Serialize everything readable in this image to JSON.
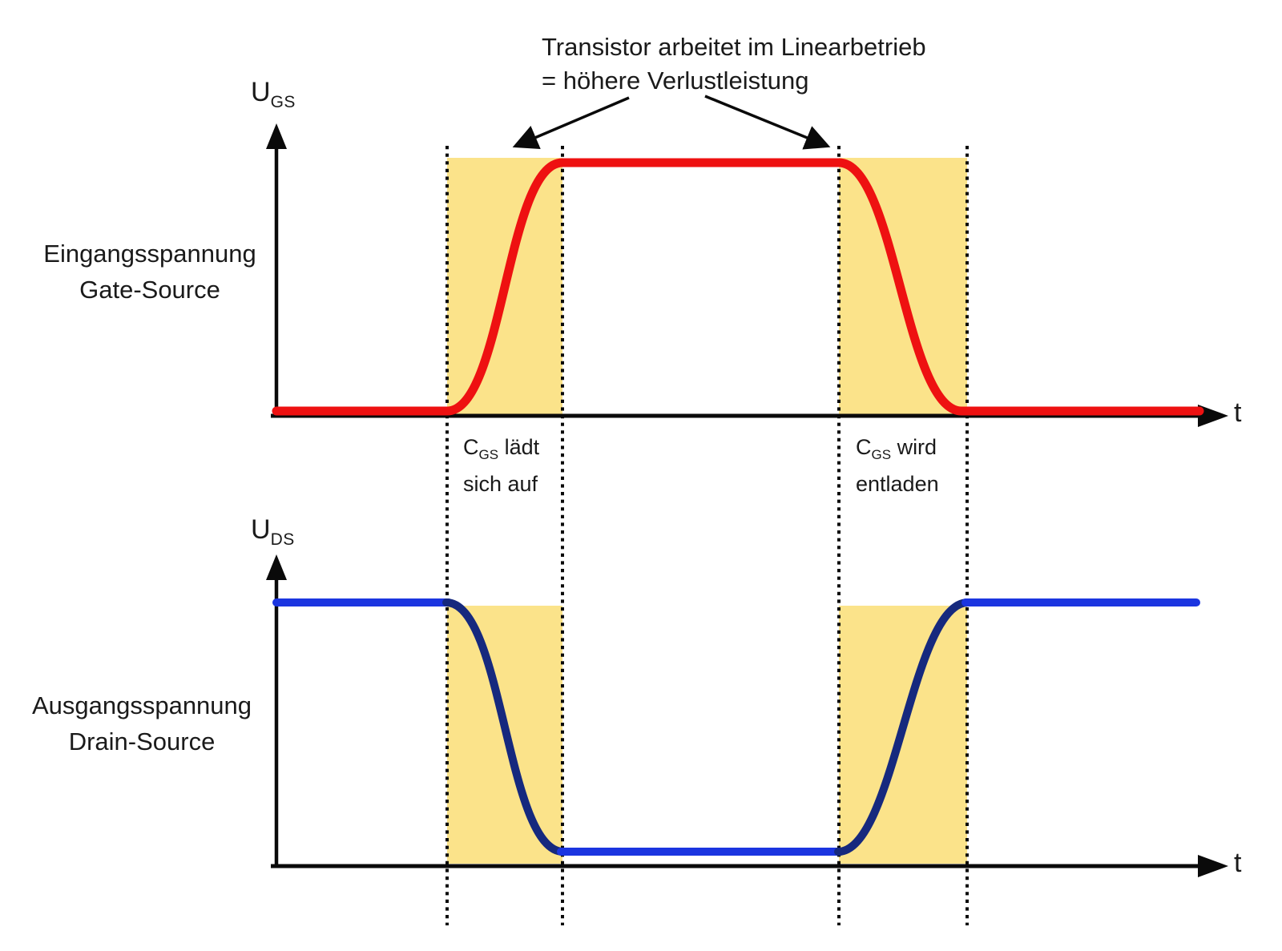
{
  "annotation": {
    "line1": "Transistor arbeitet im Linearbetrieb",
    "line2": "= höhere Verlustleistung"
  },
  "top_chart": {
    "side_label_line1": "Eingangsspannung",
    "side_label_line2": "Gate-Source",
    "y_axis_main": "U",
    "y_axis_sub": "GS",
    "x_axis_label": "t"
  },
  "bottom_chart": {
    "side_label_line1": "Ausgangsspannung",
    "side_label_line2": "Drain-Source",
    "y_axis_main": "U",
    "y_axis_sub": "DS",
    "x_axis_label": "t"
  },
  "region_labels": {
    "charge_pre": "C",
    "charge_sub": "GS",
    "charge_post": " lädt",
    "charge_line2": "sich auf",
    "discharge_pre": "C",
    "discharge_sub": "GS",
    "discharge_post": " wird",
    "discharge_line2": "entladen"
  },
  "colors": {
    "red": "#ee1111",
    "blue": "#1b35e0",
    "dark_blue": "#16297e",
    "yellow": "#fbe38a",
    "black": "#0a0a0a"
  },
  "chart_data": [
    {
      "type": "line",
      "title": "Eingangsspannung Gate-Source",
      "ylabel": "U_GS",
      "xlabel": "t",
      "series": [
        {
          "name": "U_GS",
          "x": [
            0,
            0.185,
            0.31,
            0.61,
            0.75,
            1.0
          ],
          "y": [
            0,
            0,
            1,
            1,
            0,
            0
          ],
          "shape": "sigmoid-transitions",
          "color": "#ee1111"
        }
      ],
      "highlight_regions_x": [
        [
          0.185,
          0.31
        ],
        [
          0.61,
          0.75
        ]
      ],
      "highlight_color": "#fbe38a",
      "grid": false,
      "axis_ticks": "none"
    },
    {
      "type": "line",
      "title": "Ausgangsspannung Drain-Source",
      "ylabel": "U_DS",
      "xlabel": "t",
      "series": [
        {
          "name": "U_DS",
          "x": [
            0,
            0.185,
            0.31,
            0.61,
            0.75,
            1.0
          ],
          "y": [
            1,
            1,
            0,
            0,
            1,
            1
          ],
          "shape": "sigmoid-transitions",
          "color": "#1b35e0"
        }
      ],
      "highlight_regions_x": [
        [
          0.185,
          0.31
        ],
        [
          0.61,
          0.75
        ]
      ],
      "highlight_color": "#fbe38a",
      "grid": false,
      "axis_ticks": "none"
    }
  ]
}
